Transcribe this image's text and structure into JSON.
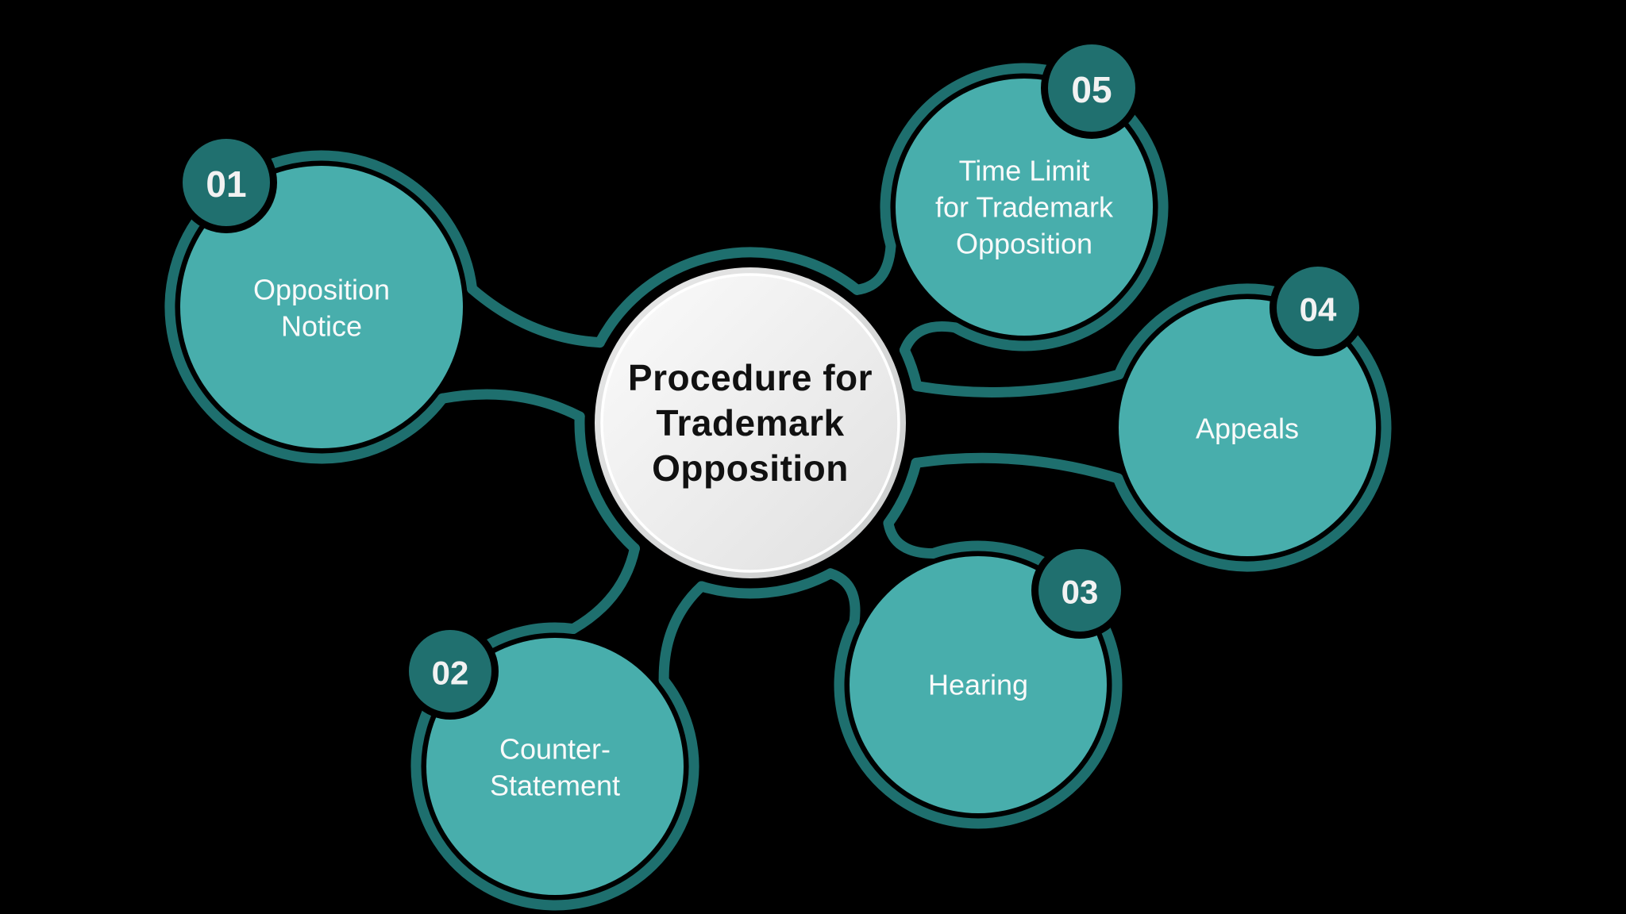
{
  "diagram": {
    "center": {
      "label": "Procedure for Trademark Opposition",
      "label_lines": [
        "Procedure for",
        "Trademark",
        "Opposition"
      ]
    },
    "nodes": [
      {
        "number": "01",
        "label": "Opposition Notice",
        "label_lines": [
          "Opposition",
          "Notice"
        ]
      },
      {
        "number": "02",
        "label": "Counter-Statement",
        "label_lines": [
          "Counter-",
          "Statement"
        ]
      },
      {
        "number": "03",
        "label": "Hearing",
        "label_lines": [
          "Hearing"
        ]
      },
      {
        "number": "04",
        "label": "Appeals",
        "label_lines": [
          "Appeals"
        ]
      },
      {
        "number": "05",
        "label": "Time Limit for Trademark Opposition",
        "label_lines": [
          "Time Limit",
          "for Trademark",
          "Opposition"
        ]
      }
    ]
  },
  "colors": {
    "background": "#000000",
    "node_fill": "#48AEAC",
    "outline": "#1E6F6E",
    "badge_fill": "#20706F",
    "badge_halo": "#000000",
    "node_text": "#FAFAFA",
    "badge_text": "#F2F2F2",
    "center_text": "#111111",
    "center_band_light": "#E9E9E9",
    "center_band_dark": "#C9CBCB",
    "center_fill_light": "#FBFBFB",
    "center_fill_dark": "#E0E0E0",
    "center_rim": "#FFFFFF"
  }
}
